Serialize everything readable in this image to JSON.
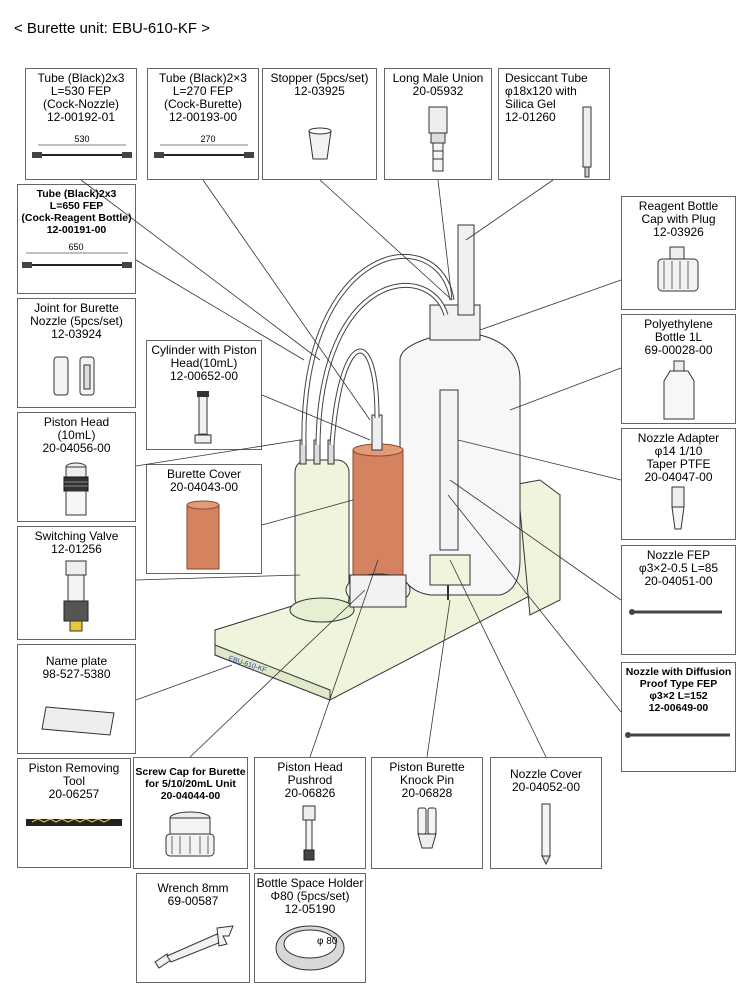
{
  "title": "< Burette unit: EBU-610-KF >",
  "parts": {
    "tube_530": {
      "lines": [
        "Tube (Black)2x3",
        "L=530 FEP",
        "(Cock-Nozzle)",
        "12-00192-01"
      ],
      "dim": "530"
    },
    "tube_270": {
      "lines": [
        "Tube (Black)2×3",
        "L=270 FEP",
        "(Cock-Burette)",
        "12-00193-00"
      ],
      "dim": "270"
    },
    "stopper": {
      "lines": [
        "Stopper (5pcs/set)",
        "12-03925"
      ]
    },
    "long_male_union": {
      "lines": [
        "Long Male Union",
        "20-05932"
      ]
    },
    "desiccant_tube": {
      "lines": [
        "Desiccant Tube",
        "φ18x120 with",
        "Silica Gel",
        "12-01260"
      ]
    },
    "tube_650": {
      "lines": [
        "Tube (Black)2x3",
        "L=650 FEP",
        "(Cock-Reagent Bottle)",
        "12-00191-00"
      ],
      "dim": "650"
    },
    "reagent_cap": {
      "lines": [
        "Reagent Bottle",
        "Cap with Plug",
        "12-03926"
      ]
    },
    "joint_nozzle": {
      "lines": [
        "Joint for Burette",
        "Nozzle (5pcs/set)",
        "12-03924"
      ]
    },
    "cylinder_piston": {
      "lines": [
        "Cylinder with Piston",
        "Head(10mL)",
        "12-00652-00"
      ]
    },
    "poly_bottle": {
      "lines": [
        "Polyethylene",
        "Bottle 1L",
        "69-00028-00"
      ]
    },
    "piston_head": {
      "lines": [
        "Piston Head",
        "(10mL)",
        "20-04056-00"
      ]
    },
    "burette_cover": {
      "lines": [
        "Burette Cover",
        "20-04043-00"
      ]
    },
    "nozzle_adapter": {
      "lines": [
        "Nozzle Adapter",
        "φ14 1/10",
        "Taper PTFE",
        "20-04047-00"
      ]
    },
    "switching_valve": {
      "lines": [
        "Switching Valve",
        "12-01256"
      ]
    },
    "nozzle_fep": {
      "lines": [
        "Nozzle FEP",
        "φ3×2-0.5 L=85",
        "20-04051-00"
      ]
    },
    "name_plate": {
      "lines": [
        "Name plate",
        "98-527-5380"
      ]
    },
    "nozzle_diffusion": {
      "lines": [
        "Nozzle with  Diffusion",
        "Proof Type FEP",
        "φ3×2 L=152",
        "12-00649-00"
      ]
    },
    "piston_removing_tool": {
      "lines": [
        "Piston Removing",
        "Tool",
        "20-06257"
      ]
    },
    "screw_cap": {
      "lines": [
        "Screw Cap for Burette",
        "for 5/10/20mL Unit",
        "20-04044-00"
      ]
    },
    "pushrod": {
      "lines": [
        "Piston Head",
        "Pushrod",
        "20-06826"
      ]
    },
    "knock_pin": {
      "lines": [
        "Piston Burette",
        "Knock Pin",
        "20-06828"
      ]
    },
    "nozzle_cover": {
      "lines": [
        "Nozzle Cover",
        "20-04052-00"
      ]
    },
    "wrench": {
      "lines": [
        "Wrench 8mm",
        "69-00587"
      ]
    },
    "space_holder": {
      "lines": [
        "Bottle Space Holder",
        "Φ80 (5pcs/set)",
        "12-05190"
      ],
      "mark": "φ 80"
    }
  },
  "device_label": "EBU-610-KF",
  "colors": {
    "cover": "#d4825f",
    "cover_dark": "#a85a3a",
    "base": "#eef5dc",
    "line": "#333333"
  }
}
